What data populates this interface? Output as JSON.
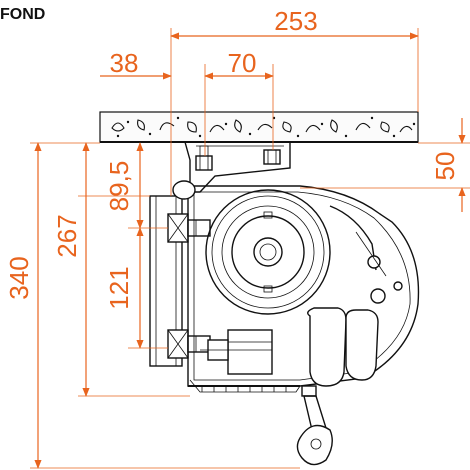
{
  "diagram": {
    "title": "FOND",
    "accent_color": "#e8641e",
    "line_color": "#111111",
    "dimensions": {
      "total_width": "253",
      "offset_left": "38",
      "bolt_spacing": "70",
      "ceiling_drop": "50",
      "bracket_height": "89,5",
      "bolt_vertical": "121",
      "housing_height": "267",
      "total_height": "340"
    }
  }
}
